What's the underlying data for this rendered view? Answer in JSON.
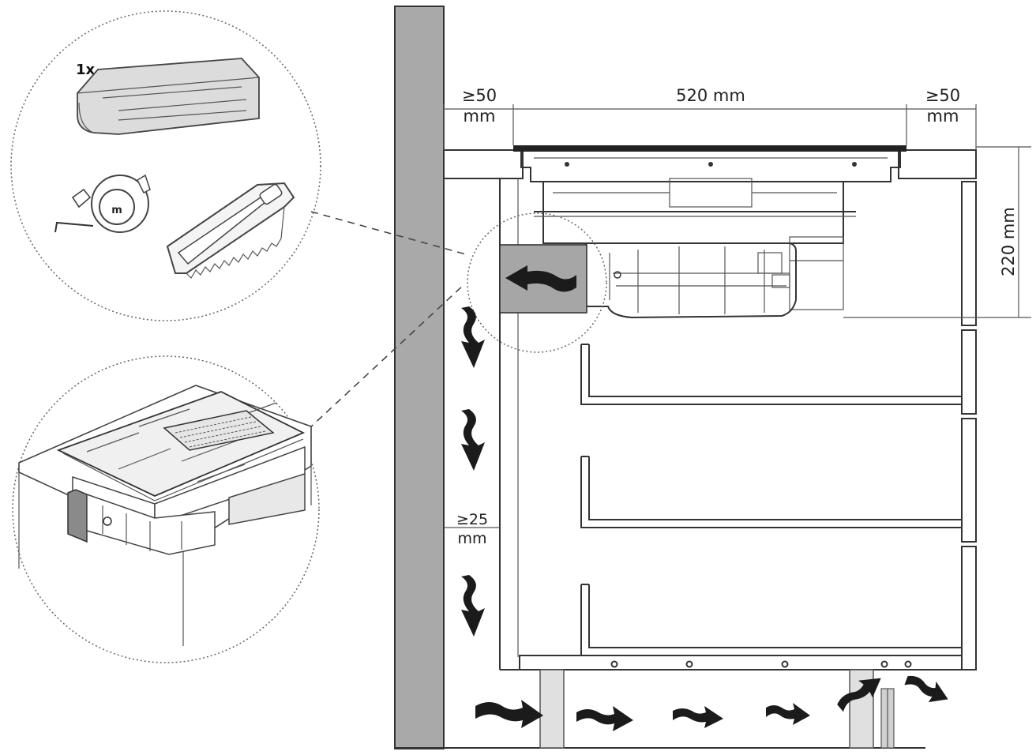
{
  "labels": {
    "gap_left_value": "≥50",
    "gap_left_unit": "mm",
    "width_value": "520 mm",
    "gap_right_value": "≥50",
    "gap_right_unit": "mm",
    "height_value": "220 mm",
    "rear_gap_value": "≥25",
    "rear_gap_unit": "mm"
  },
  "accessories": {
    "filter_quantity": "1x",
    "tape_measure_letter": "m"
  }
}
